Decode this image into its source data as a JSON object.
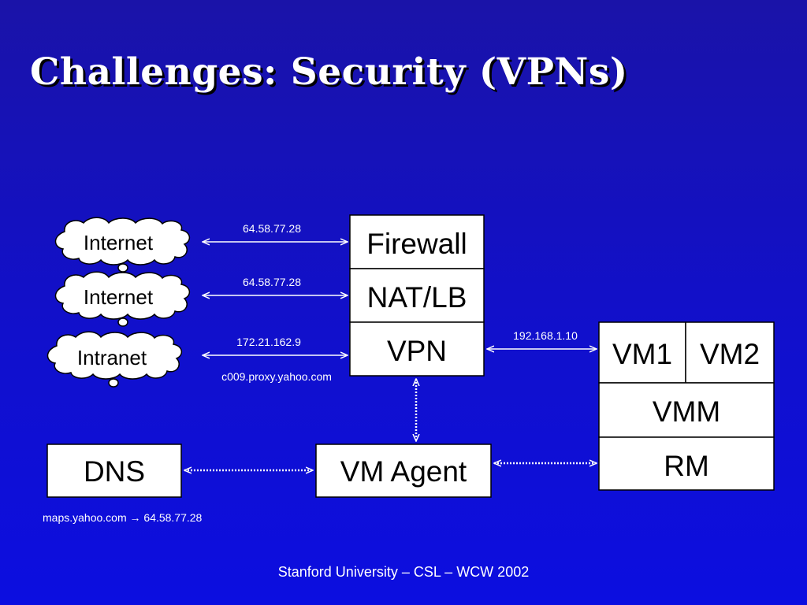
{
  "slide": {
    "title": "Challenges: Security (VPNs)",
    "footer": "Stanford University – CSL – WCW 2002"
  },
  "diagram": {
    "clouds": {
      "internet_1": "Internet",
      "internet_2": "Internet",
      "intranet": "Intranet"
    },
    "gateway": {
      "firewall": "Firewall",
      "nat_lb": "NAT/LB",
      "vpn": "VPN"
    },
    "host": {
      "vm1": "VM1",
      "vm2": "VM2",
      "vmm": "VMM",
      "rm": "RM"
    },
    "dns": "DNS",
    "vm_agent": "VM Agent",
    "links": {
      "internet_1_ip": "64.58.77.28",
      "internet_2_ip": "64.58.77.28",
      "intranet_ip": "172.21.162.9",
      "intranet_proxy": "c009.proxy.yahoo.com",
      "vm_ip": "192.168.1.10",
      "dns_mapping": "maps.yahoo.com → 64.58.77.28"
    },
    "colors": {
      "line": "#ffffff",
      "box_fill": "#ffffff",
      "box_text": "#000000"
    }
  }
}
